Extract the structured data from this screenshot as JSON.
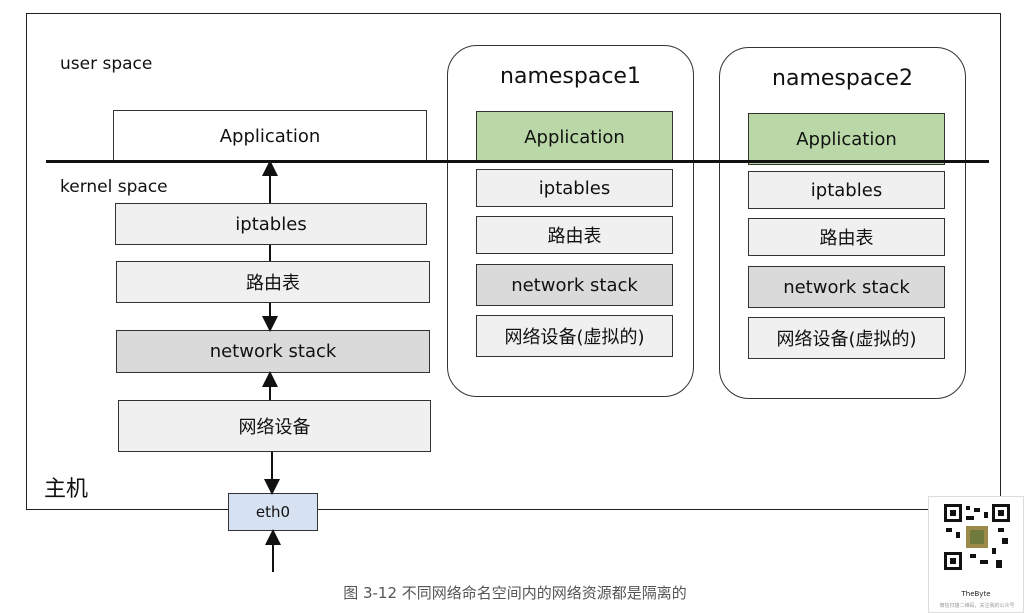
{
  "host": {
    "label": "主机",
    "user_space_label": "user space",
    "kernel_space_label": "kernel space",
    "application": "Application",
    "iptables": "iptables",
    "route_table": "路由表",
    "network_stack": "network stack",
    "network_device": "网络设备",
    "eth0": "eth0"
  },
  "namespaces": [
    {
      "title": "namespace1",
      "application": "Application",
      "iptables": "iptables",
      "route_table": "路由表",
      "network_stack": "network stack",
      "network_device": "网络设备(虚拟的)"
    },
    {
      "title": "namespace2",
      "application": "Application",
      "iptables": "iptables",
      "route_table": "路由表",
      "network_stack": "network stack",
      "network_device": "网络设备(虚拟的)"
    }
  ],
  "caption": "图 3-12 不同网络命名空间内的网络资源都是隔离的",
  "qr_card": {
    "name": "TheByte",
    "subtext": "微信扫描二维码，关注我的公众号"
  },
  "colors": {
    "application_ns": "#bad8a7",
    "network_stack": "#dadada",
    "eth0": "#d6e1f2",
    "box": "#f0f0f0"
  }
}
